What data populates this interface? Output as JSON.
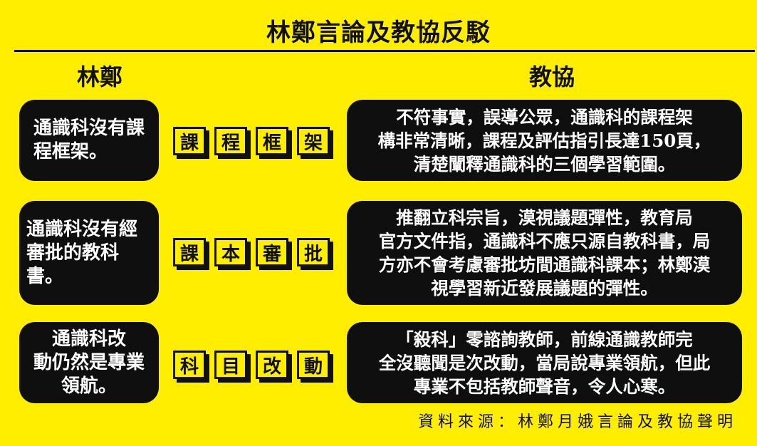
{
  "title": "林鄭言論及教協反駁",
  "left_heading": "林鄭",
  "right_heading": "教協",
  "rows": [
    {
      "claim": "通識科沒有課\n程框架。",
      "keywords": [
        "課",
        "程",
        "框",
        "架"
      ],
      "rebuttal": "不符事實，誤導公眾，通識科的課程架\n構非常清晰，課程及評估指引長達150頁，\n清楚闡釋通識科的三個學習範圍。"
    },
    {
      "claim": "通識科沒有經\n審批的教科書。",
      "keywords": [
        "課",
        "本",
        "審",
        "批"
      ],
      "rebuttal": "推翻立科宗旨，漠視議題彈性，教育局\n官方文件指，通識科不應只源自教科書，局\n方亦不會考慮審批坊間通識科課本；林鄭漠\n視學習新近發展議題的彈性。"
    },
    {
      "claim": "通識科改\n動仍然是專業\n領航。",
      "keywords": [
        "科",
        "目",
        "改",
        "動"
      ],
      "rebuttal": "「殺科」零諮詢教師，前線通識教師完\n全沒聽聞是次改動，當局說專業領航，但此\n專業不包括教師聲音，令人心寒。"
    }
  ],
  "source": "資料來源：林鄭月娥言論及教協聲明",
  "colors": {
    "background": "#ffee00",
    "box": "#0f0f0f",
    "text": "#ffffff"
  }
}
